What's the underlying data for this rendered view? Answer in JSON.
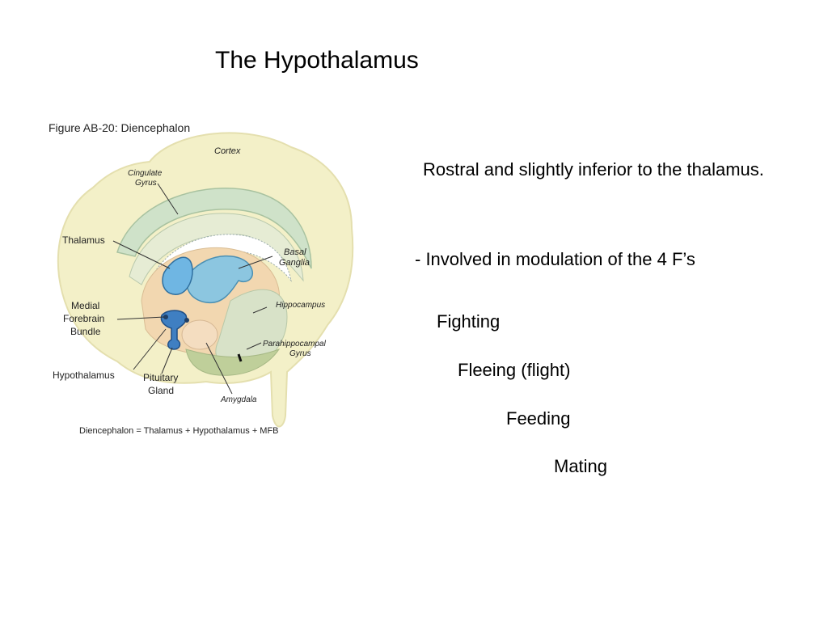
{
  "slide": {
    "title": "The Hypothalamus",
    "description": "Rostral and slightly inferior to the thalamus.",
    "point": "- Involved in modulation of the 4 F’s",
    "fs": [
      "Fighting",
      "Fleeing (flight)",
      "Feeding",
      "Mating"
    ]
  },
  "figure": {
    "title": "Figure AB-20: Diencephalon",
    "caption": "Diencephalon = Thalamus + Hypothalamus + MFB",
    "labels": {
      "cortex": "Cortex",
      "cingulate_1": "Cingulate",
      "cingulate_2": "Gyrus",
      "thalamus": "Thalamus",
      "basal_1": "Basal",
      "basal_2": "Ganglia",
      "mfb_1": "Medial",
      "mfb_2": "Forebrain",
      "mfb_3": "Bundle",
      "hippocampus": "Hippocampus",
      "parahippo_1": "Parahippocampal",
      "parahippo_2": "Gyrus",
      "hypothalamus": "Hypothalamus",
      "pituitary_1": "Pituitary",
      "pituitary_2": "Gland",
      "amygdala": "Amygdala"
    }
  }
}
